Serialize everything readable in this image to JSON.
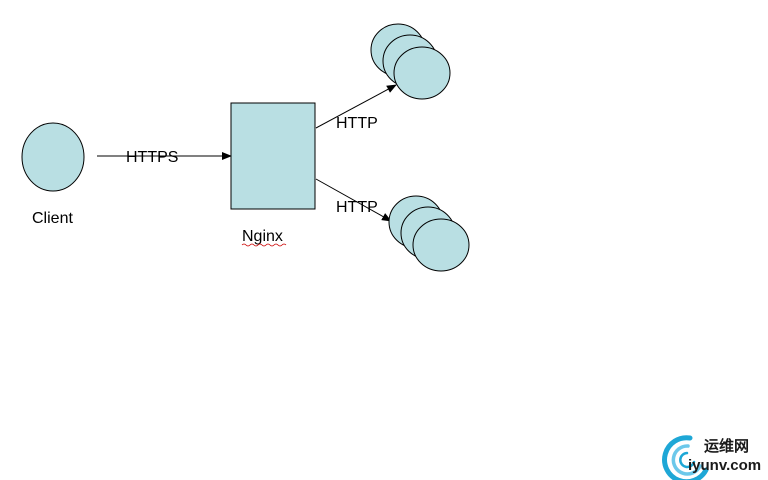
{
  "diagram": {
    "client_label": "Client",
    "nginx_label": "Nginx",
    "client_to_nginx_label": "HTTPS",
    "nginx_to_upper_label": "HTTP",
    "nginx_to_lower_label": "HTTP"
  },
  "watermark": {
    "text_cn": "运维网",
    "text_en": "iyunv.com"
  },
  "colors": {
    "node_fill": "#b9dfe3",
    "stroke": "#000000",
    "squiggle": "#cc0000",
    "logo_cyan": "#1ea7d6"
  }
}
